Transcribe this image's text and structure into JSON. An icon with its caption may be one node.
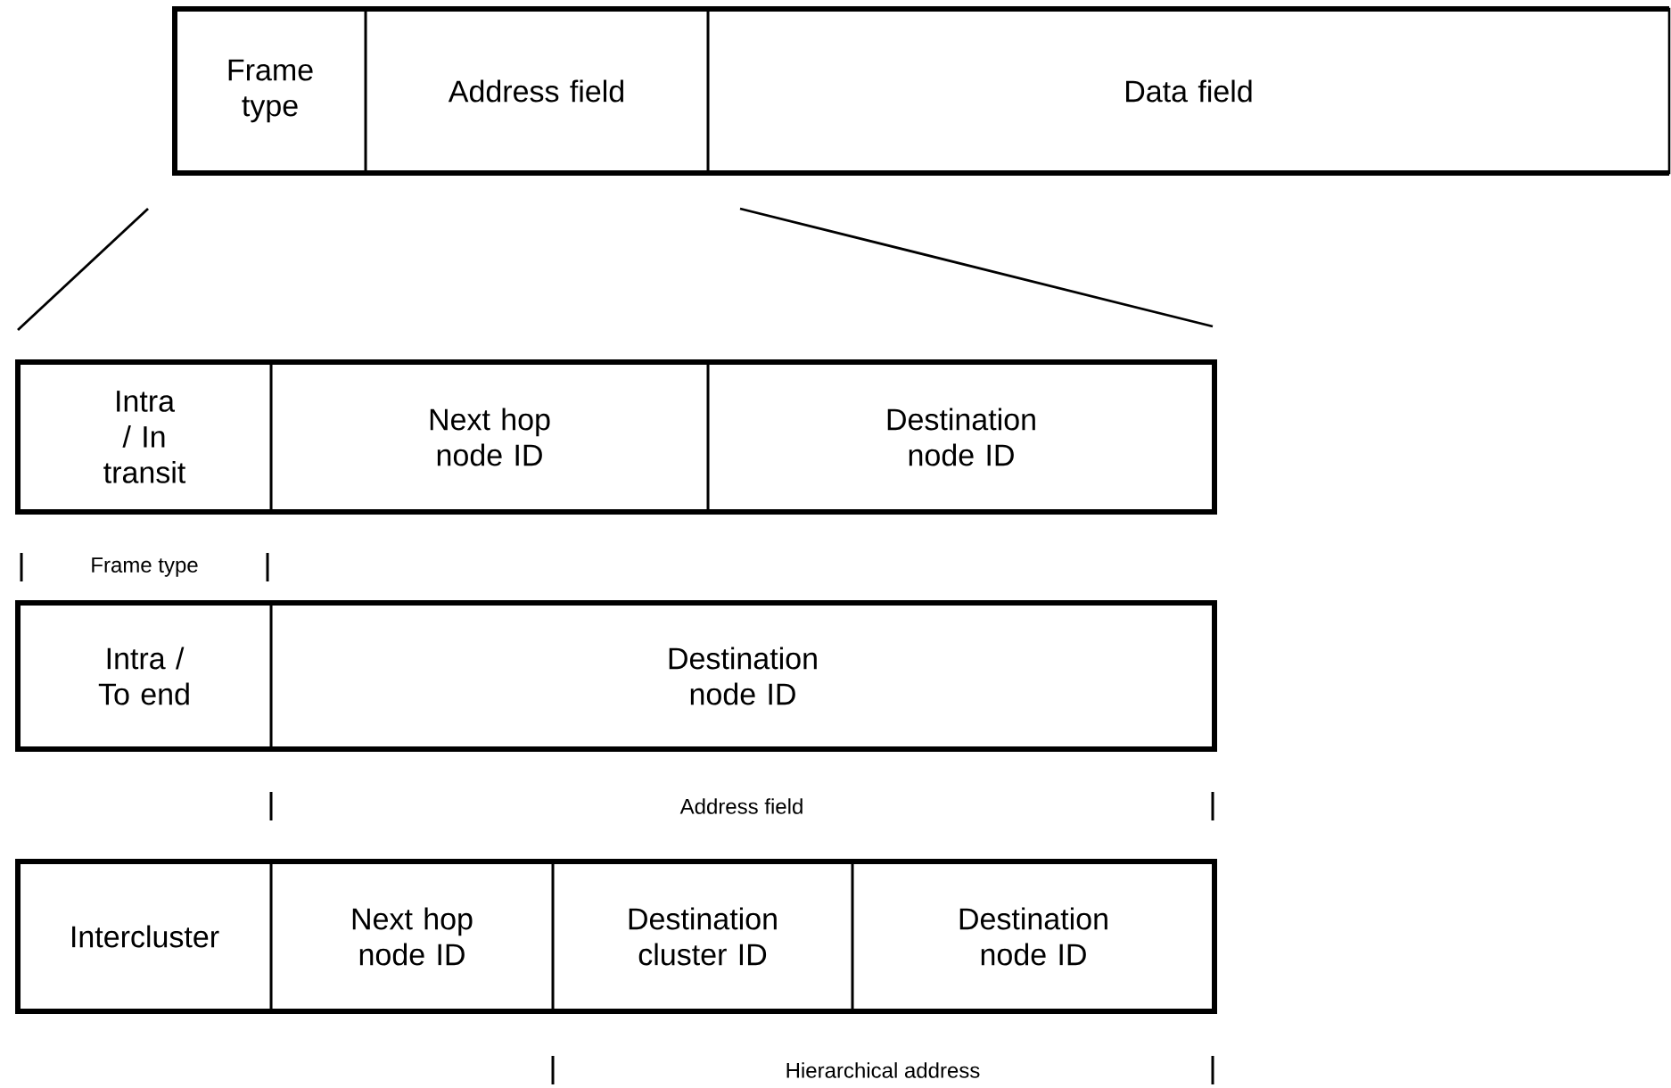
{
  "diagram": {
    "nodes": [
      {
        "text": [],
        "shape": "box"
      },
      {
        "text": [
          "Frame type"
        ],
        "in": 0
      },
      {
        "text": [
          "Address field"
        ],
        "in": 0
      },
      {
        "text": [
          "Data field"
        ],
        "in": 0
      },
      {
        "text": [],
        "shape": "box"
      },
      {
        "text": [
          "Intra / In transit"
        ],
        "in": 4
      },
      {
        "text": [
          "Next hop node ID"
        ],
        "in": 4
      },
      {
        "text": [
          "Destination node ID"
        ],
        "in": 4
      },
      {
        "text": [],
        "shape": "box"
      },
      {
        "text": [
          "Intra / To end"
        ],
        "in": 8
      },
      {
        "text": [
          "Destination node ID"
        ],
        "in": 8
      },
      {
        "text": [],
        "shape": "box"
      },
      {
        "text": [
          "Intercluster"
        ],
        "in": 11
      },
      {
        "text": [
          "Next hop node ID"
        ],
        "in": 11
      },
      {
        "text": [
          "Destination cluster ID"
        ],
        "in": 11
      },
      {
        "text": [
          "Destination node ID"
        ],
        "in": 11
      }
    ],
    "labels": [
      "Frame type",
      "Address field",
      "Hierarchical address"
    ]
  }
}
